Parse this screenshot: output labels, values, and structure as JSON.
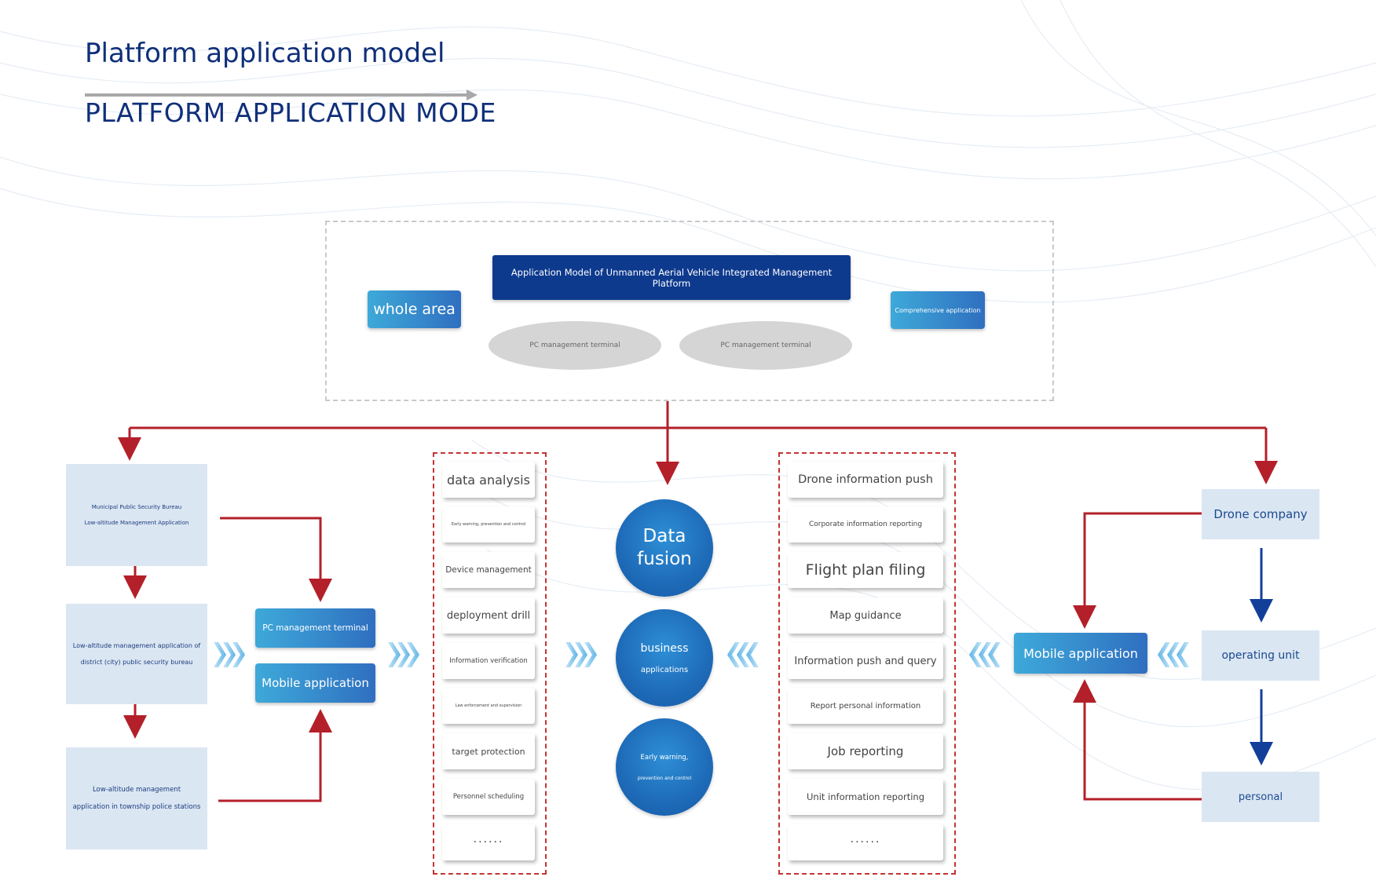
{
  "header": {
    "title": "Platform application model",
    "subtitle": "PLATFORM APPLICATION MODE"
  },
  "top": {
    "platform_title": "Application Model of Unmanned Aerial Vehicle Integrated Management Platform",
    "whole_area": "whole area",
    "comprehensive": "Comprehensive application",
    "pc_terminal_1": "PC management terminal",
    "pc_terminal_2": "PC management terminal"
  },
  "left": {
    "org_1": {
      "line1": "Municipal Public Security Bureau",
      "line2": "Low-altitude Management Application"
    },
    "org_2": {
      "line1": "Low-altitude management application of",
      "line2": "district (city) public security bureau"
    },
    "org_3": {
      "line1": "Low-altitude management",
      "line2": "application in township police stations"
    },
    "pc_terminal": "PC management terminal",
    "mobile_app": "Mobile application"
  },
  "functions_left": [
    {
      "label": "data analysis"
    },
    {
      "label": "Early warning, prevention and control"
    },
    {
      "label": "Device management"
    },
    {
      "label": "deployment drill"
    },
    {
      "label": "Information verification"
    },
    {
      "label": "Law enforcement and supervision"
    },
    {
      "label": "target protection"
    },
    {
      "label": "Personnel scheduling"
    },
    {
      "label": "······"
    }
  ],
  "center": {
    "data_fusion": {
      "line1": "Data",
      "line2": "fusion"
    },
    "business": {
      "line1": "business",
      "line2": "applications"
    },
    "early_warning": {
      "line1": "Early warning,",
      "line2": "prevention and control"
    }
  },
  "functions_right": [
    {
      "label": "Drone information push"
    },
    {
      "label": "Corporate information reporting"
    },
    {
      "label": "Flight plan filing"
    },
    {
      "label": "Map guidance"
    },
    {
      "label": "Information push and query"
    },
    {
      "label": "Report personal information"
    },
    {
      "label": "Job reporting"
    },
    {
      "label": "Unit information reporting"
    },
    {
      "label": "······"
    }
  ],
  "right": {
    "mobile_app": "Mobile application",
    "drone_company": "Drone company",
    "operating_unit": "operating unit",
    "personal": "personal"
  },
  "colors": {
    "navy": "#0e3a8e",
    "heading": "#0f2f7a",
    "red_arrow": "#b3202a",
    "blue_arrow": "#123f9a",
    "light_box": "#dbe6f3"
  }
}
